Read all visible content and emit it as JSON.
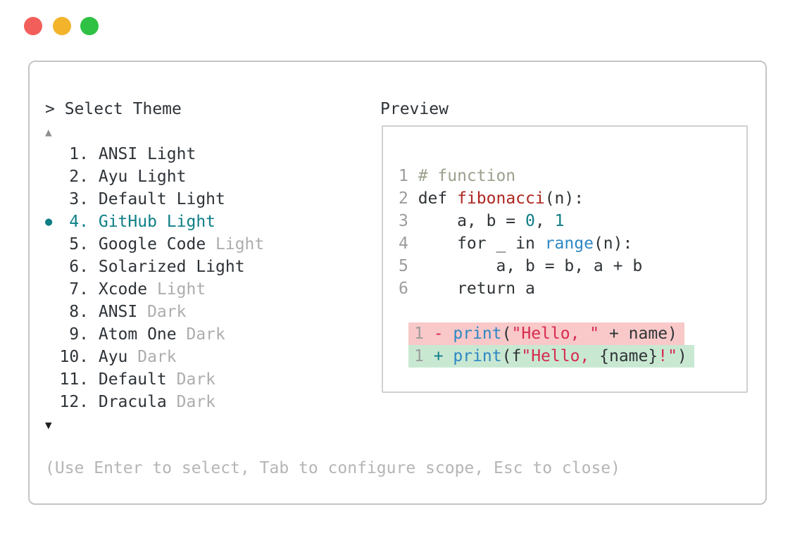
{
  "window_controls": {
    "close_color": "#f25f5a",
    "minimize_color": "#f3b32b",
    "zoom_color": "#2fc144"
  },
  "theme_selector": {
    "title": "> Select Theme",
    "scroll_up_indicator": "▲",
    "scroll_down_indicator": "▼",
    "selected_index": 4,
    "accent_color": "#0e7e86",
    "items": [
      {
        "marker": "",
        "number": "1.",
        "name": "ANSI Light",
        "dim": ""
      },
      {
        "marker": "",
        "number": "2.",
        "name": "Ayu Light",
        "dim": ""
      },
      {
        "marker": "",
        "number": "3.",
        "name": "Default Light",
        "dim": ""
      },
      {
        "marker": "●",
        "number": "4.",
        "name": "GitHub Light",
        "dim": ""
      },
      {
        "marker": "",
        "number": "5.",
        "name": "Google Code",
        "dim": " Light"
      },
      {
        "marker": "",
        "number": "6.",
        "name": "Solarized Light",
        "dim": ""
      },
      {
        "marker": "",
        "number": "7.",
        "name": "Xcode",
        "dim": " Light"
      },
      {
        "marker": "",
        "number": "8.",
        "name": "ANSI",
        "dim": " Dark"
      },
      {
        "marker": "",
        "number": "9.",
        "name": "Atom One",
        "dim": " Dark"
      },
      {
        "marker": "",
        "number": "10.",
        "name": "Ayu",
        "dim": " Dark"
      },
      {
        "marker": "",
        "number": "11.",
        "name": "Default",
        "dim": " Dark"
      },
      {
        "marker": "",
        "number": "12.",
        "name": "Dracula",
        "dim": " Dark"
      }
    ],
    "hint": "(Use Enter to select, Tab to configure scope, Esc to close)"
  },
  "preview": {
    "label": "Preview",
    "syntax_colors": {
      "foreground": "#2f3437",
      "comment": "#9aa18d",
      "function_name": "#ae2621",
      "number": "#0e7e86",
      "builtin": "#2f87c3",
      "string": "#d62b4e",
      "line_number": "#9c9c9c",
      "diff_deleted_bg": "#f9c9c9",
      "diff_added_bg": "#c9e8d2"
    },
    "code_lines": [
      {
        "ln": "1",
        "t0": "# function"
      },
      {
        "ln": "2",
        "t0": "def ",
        "t1": "fibonacci",
        "t2": "(n):"
      },
      {
        "ln": "3",
        "t0": "    a, b = ",
        "t1": "0",
        "t2": ", ",
        "t3": "1"
      },
      {
        "ln": "4",
        "t0": "    for _ in ",
        "t1": "range",
        "t2": "(n):"
      },
      {
        "ln": "5",
        "t0": "        a, b = b, a + b"
      },
      {
        "ln": "6",
        "t0": "    return a"
      }
    ],
    "diff_lines": {
      "deleted": {
        "ln": "1",
        "sign": "- ",
        "t0": "print",
        "t1": "(",
        "t2": "\"Hello, \"",
        "t3": " + name)"
      },
      "added": {
        "ln": "1",
        "sign": "+ ",
        "t0": "print",
        "t1": "(f",
        "t2": "\"Hello, ",
        "t3": "{name}",
        "t4": "!\"",
        "t5": ")"
      }
    }
  }
}
